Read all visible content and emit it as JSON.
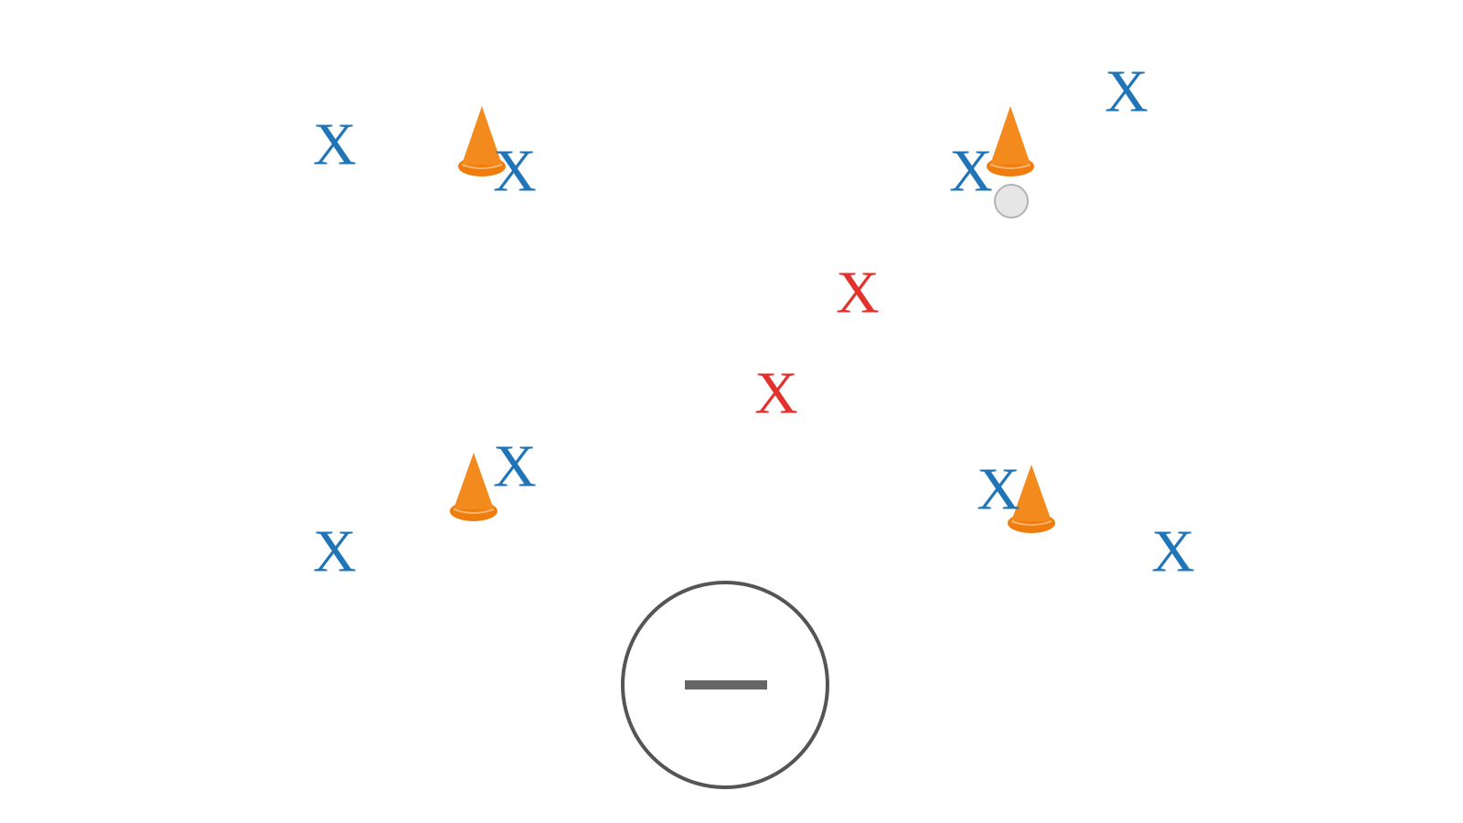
{
  "colors": {
    "background": "#ffffff",
    "attacker": "#1f75b8",
    "defender": "#e3312d",
    "cone_body": "#f28a1e",
    "cone_base": "#ef7d0e",
    "ball_fill": "#e6e6e6",
    "ball_stroke": "#b3b3b3",
    "button_stroke": "#555555"
  },
  "attackers": [
    {
      "label": "X",
      "icon": "blue-x-player"
    },
    {
      "label": "X",
      "icon": "blue-x-player"
    },
    {
      "label": "X",
      "icon": "blue-x-player"
    },
    {
      "label": "X",
      "icon": "blue-x-player"
    },
    {
      "label": "X",
      "icon": "blue-x-player"
    },
    {
      "label": "X",
      "icon": "blue-x-player"
    },
    {
      "label": "X",
      "icon": "blue-x-player"
    },
    {
      "label": "X",
      "icon": "blue-x-player"
    }
  ],
  "defenders": [
    {
      "label": "X",
      "icon": "red-x-player"
    },
    {
      "label": "X",
      "icon": "red-x-player"
    }
  ],
  "cones": [
    {
      "icon": "orange-cone-icon"
    },
    {
      "icon": "orange-cone-icon"
    },
    {
      "icon": "orange-cone-icon"
    },
    {
      "icon": "orange-cone-icon"
    }
  ],
  "ball": {
    "icon": "ball-icon"
  },
  "zoom_out_button": {
    "icon": "minus-icon"
  }
}
